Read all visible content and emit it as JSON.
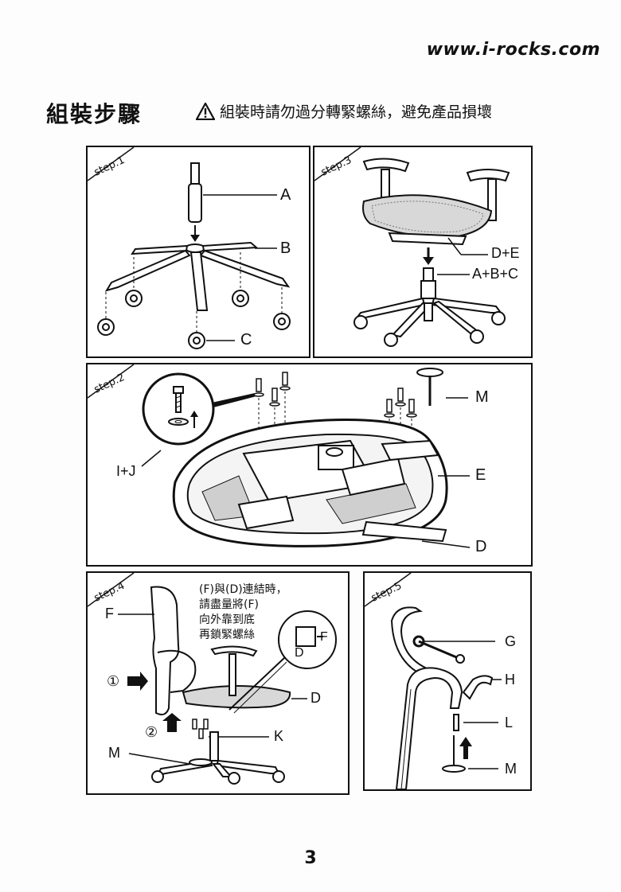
{
  "header": {
    "url": "www.i-rocks.com"
  },
  "title": "組裝步驟",
  "warning": "組裝時請勿過分轉緊螺絲，避免產品損壞",
  "steps": {
    "step1": {
      "tag": "step.1",
      "labels": [
        "A",
        "B",
        "C"
      ]
    },
    "step3": {
      "tag": "step.3",
      "labels": [
        "D+E",
        "A+B+C"
      ]
    },
    "step2": {
      "tag": "step.2",
      "labels": [
        "I+J",
        "M",
        "E",
        "D"
      ]
    },
    "step4": {
      "tag": "step.4",
      "labels": [
        "F",
        "D",
        "K",
        "M",
        "F",
        "D"
      ],
      "markers": [
        "①",
        "②"
      ],
      "note": "(F)與(D)連結時，\n請盡量將(F)\n向外靠到底\n再鎖緊螺絲"
    },
    "step5": {
      "tag": "step.5",
      "labels": [
        "G",
        "H",
        "L",
        "M"
      ]
    }
  },
  "page_number": "3"
}
